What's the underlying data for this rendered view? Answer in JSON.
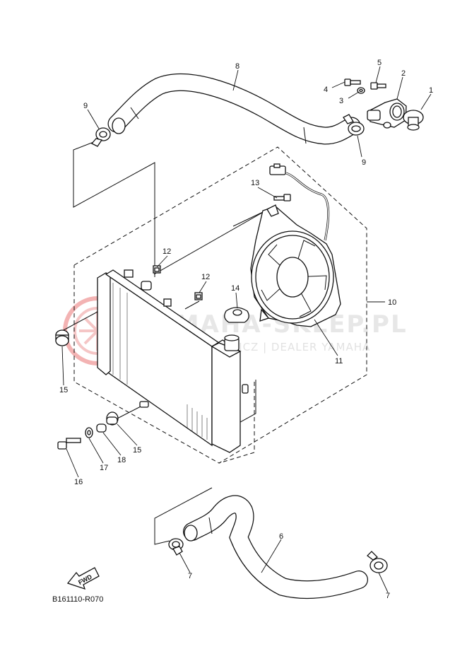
{
  "watermark": {
    "brand": "YAMAHA-SKLEP.PL",
    "subtitle": "WOJCIECH CYWICZ | DEALER YAMAHA",
    "logo_color": "#e53935"
  },
  "diagram_code": "B161110-R070",
  "fwd_label": "FWD",
  "callouts": {
    "c1": "1",
    "c2": "2",
    "c3": "3",
    "c4": "4",
    "c5": "5",
    "c6": "6",
    "c7a": "7",
    "c7b": "7",
    "c8": "8",
    "c9a": "9",
    "c9b": "9",
    "c10": "10",
    "c11": "11",
    "c12a": "12",
    "c12b": "12",
    "c13": "13",
    "c14": "14",
    "c15a": "15",
    "c15b": "15",
    "c16": "16",
    "c17": "17",
    "c18": "18"
  }
}
